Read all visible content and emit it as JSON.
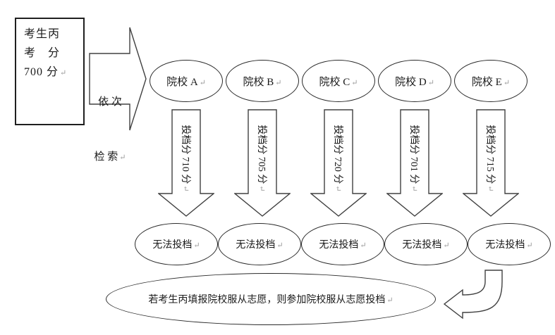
{
  "diagram": {
    "return_mark": "↵",
    "candidate_box": {
      "line1": "考生丙",
      "line2": "考　分",
      "line3": "700 分"
    },
    "search_arrow": {
      "line1": "依 次",
      "line2": "检 索"
    },
    "colleges": [
      {
        "label": "院校 A",
        "score_label": "投档分 710 分",
        "result": "无法投档"
      },
      {
        "label": "院校 B",
        "score_label": "投档分 705 分",
        "result": "无法投档"
      },
      {
        "label": "院校 C",
        "score_label": "投档分 720 分",
        "result": "无法投档"
      },
      {
        "label": "院校 D",
        "score_label": "投档分 701 分",
        "result": "无法投档"
      },
      {
        "label": "院校 E",
        "score_label": "投档分 715 分",
        "result": "无法投档"
      }
    ],
    "conclusion": "若考生丙填报院校服从志愿，则参加院校服从志愿投档"
  }
}
